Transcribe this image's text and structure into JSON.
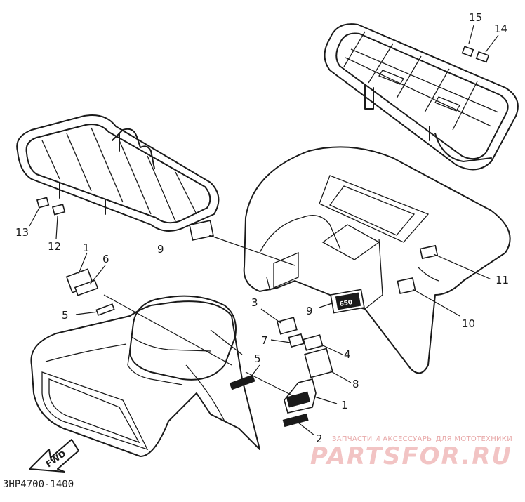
{
  "diagram": {
    "catalog_code": "3HP4700-1400",
    "forward_arrow_text": "FWD",
    "decal_texts": {
      "number_nine": "650"
    },
    "callouts": [
      {
        "id": "callout-15",
        "text": "15"
      },
      {
        "id": "callout-14",
        "text": "14"
      },
      {
        "id": "callout-13",
        "text": "13"
      },
      {
        "id": "callout-12",
        "text": "12"
      },
      {
        "id": "callout-9-upper",
        "text": "9"
      },
      {
        "id": "callout-1-left",
        "text": "1"
      },
      {
        "id": "callout-6",
        "text": "6"
      },
      {
        "id": "callout-5-left",
        "text": "5"
      },
      {
        "id": "callout-11",
        "text": "11"
      },
      {
        "id": "callout-3",
        "text": "3"
      },
      {
        "id": "callout-9-lower",
        "text": "9"
      },
      {
        "id": "callout-10",
        "text": "10"
      },
      {
        "id": "callout-7",
        "text": "7"
      },
      {
        "id": "callout-4",
        "text": "4"
      },
      {
        "id": "callout-5-right",
        "text": "5"
      },
      {
        "id": "callout-8",
        "text": "8"
      },
      {
        "id": "callout-1-right",
        "text": "1"
      },
      {
        "id": "callout-2",
        "text": "2"
      }
    ]
  },
  "watermark": {
    "tagline": "ЗАПЧАСТИ И АКСЕССУАРЫ ДЛЯ МОТОТЕХНИКИ",
    "logo": "PARTSFOR.RU"
  }
}
